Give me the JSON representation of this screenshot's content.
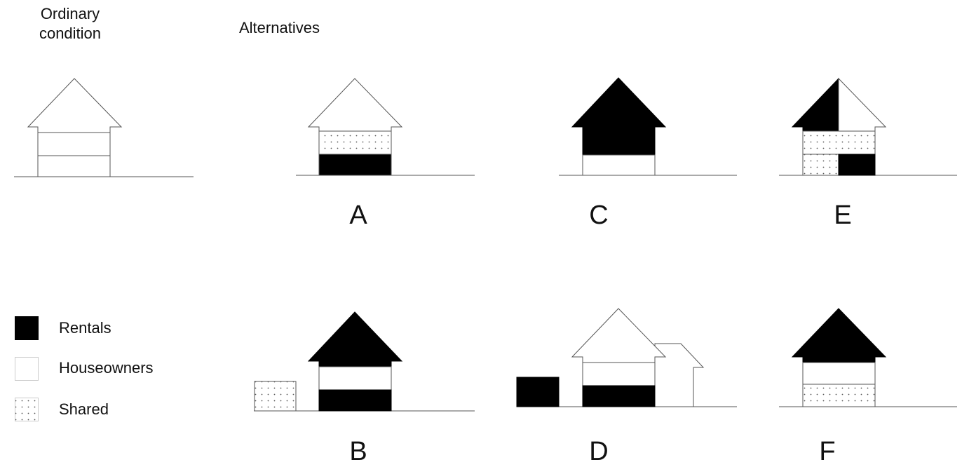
{
  "headings": {
    "ordinary": "Ordinary condition",
    "alternatives": "Alternatives"
  },
  "alternatives": [
    {
      "id": "A",
      "label": "A"
    },
    {
      "id": "B",
      "label": "B"
    },
    {
      "id": "C",
      "label": "C"
    },
    {
      "id": "D",
      "label": "D"
    },
    {
      "id": "E",
      "label": "E"
    },
    {
      "id": "F",
      "label": "F"
    }
  ],
  "legend": [
    {
      "key": "rentals",
      "label": "Rentals",
      "fill": "#000000"
    },
    {
      "key": "houseowners",
      "label": "Houseowners",
      "fill": "#ffffff"
    },
    {
      "key": "shared",
      "label": "Shared",
      "fill": "dotted"
    }
  ],
  "colors": {
    "rentals": "#000000",
    "houseowners": "#ffffff",
    "outline": "#555555"
  }
}
